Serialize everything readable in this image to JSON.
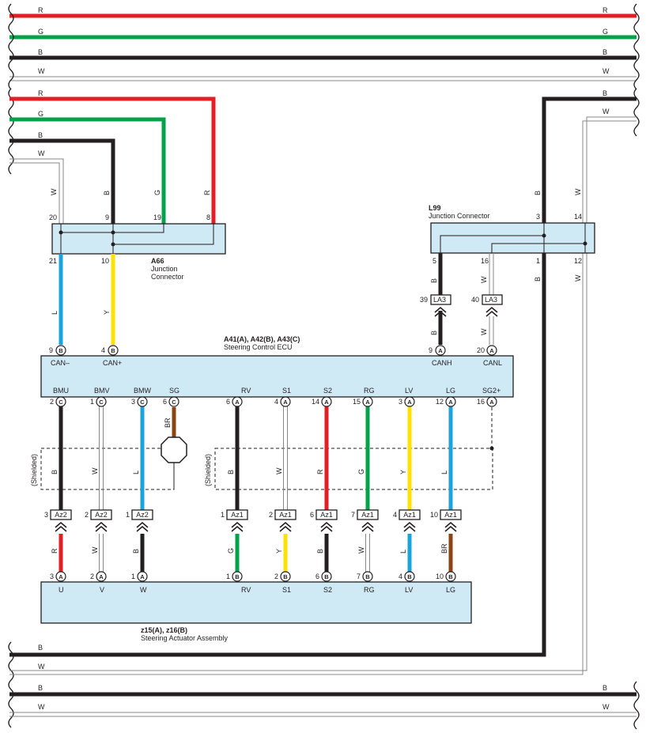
{
  "colors": {
    "R": "#e31e24",
    "G": "#00a34a",
    "B": "#231f20",
    "W": "#ffffff",
    "L": "#1aa3dd",
    "Y": "#ffe200",
    "BR": "#8b4513",
    "box_fill": "#cfe9f5"
  },
  "wire_codes": {
    "R": "R",
    "G": "G",
    "B": "B",
    "W": "W",
    "L": "L",
    "Y": "Y",
    "BR": "BR"
  },
  "a66": {
    "name": "A66",
    "desc1": "Junction",
    "desc2": "Connector",
    "top_pins": [
      "20",
      "9",
      "19",
      "8"
    ],
    "bottom_pins": [
      "21",
      "10"
    ]
  },
  "l99": {
    "name": "L99",
    "desc": "Junction Connector",
    "top_pins": [
      "3",
      "14"
    ],
    "bottom_pins": [
      "5",
      "16",
      "1",
      "12"
    ]
  },
  "ecu": {
    "name": "A41(A), A42(B), A43(C)",
    "desc": "Steering Control ECU",
    "top_terms": [
      {
        "pin": "9",
        "conn": "B",
        "label": "CAN–"
      },
      {
        "pin": "4",
        "conn": "B",
        "label": "CAN+"
      },
      {
        "pin": "9",
        "conn": "A",
        "label": "CANH"
      },
      {
        "pin": "20",
        "conn": "A",
        "label": "CANL"
      }
    ],
    "bottom_terms": [
      {
        "pin": "2",
        "conn": "C",
        "label": "BMU"
      },
      {
        "pin": "1",
        "conn": "C",
        "label": "BMV"
      },
      {
        "pin": "3",
        "conn": "C",
        "label": "BMW"
      },
      {
        "pin": "6",
        "conn": "C",
        "label": "SG"
      },
      {
        "pin": "6",
        "conn": "A",
        "label": "RV"
      },
      {
        "pin": "4",
        "conn": "A",
        "label": "S1"
      },
      {
        "pin": "14",
        "conn": "A",
        "label": "S2"
      },
      {
        "pin": "15",
        "conn": "A",
        "label": "RG"
      },
      {
        "pin": "3",
        "conn": "A",
        "label": "LV"
      },
      {
        "pin": "12",
        "conn": "A",
        "label": "LG"
      },
      {
        "pin": "16",
        "conn": "A",
        "label": "SG2+"
      }
    ]
  },
  "junction_connectors": [
    {
      "pin": "39",
      "name": "LA3"
    },
    {
      "pin": "40",
      "name": "LA3"
    }
  ],
  "az_connectors": [
    {
      "pin": "3",
      "name": "Az2"
    },
    {
      "pin": "2",
      "name": "Az2"
    },
    {
      "pin": "1",
      "name": "Az2"
    },
    {
      "pin": "1",
      "name": "Az1"
    },
    {
      "pin": "2",
      "name": "Az1"
    },
    {
      "pin": "6",
      "name": "Az1"
    },
    {
      "pin": "7",
      "name": "Az1"
    },
    {
      "pin": "4",
      "name": "Az1"
    },
    {
      "pin": "10",
      "name": "Az1"
    }
  ],
  "actuator": {
    "name": "z15(A), z16(B)",
    "desc": "Steering Actuator Assembly",
    "terms": [
      {
        "pin": "3",
        "conn": "A",
        "label": "U"
      },
      {
        "pin": "2",
        "conn": "A",
        "label": "V"
      },
      {
        "pin": "1",
        "conn": "A",
        "label": "W"
      },
      {
        "pin": "1",
        "conn": "B",
        "label": "RV"
      },
      {
        "pin": "2",
        "conn": "B",
        "label": "S1"
      },
      {
        "pin": "6",
        "conn": "B",
        "label": "S2"
      },
      {
        "pin": "7",
        "conn": "B",
        "label": "RG"
      },
      {
        "pin": "4",
        "conn": "B",
        "label": "LV"
      },
      {
        "pin": "10",
        "conn": "B",
        "label": "LG"
      }
    ]
  },
  "shielded_label": "(Shielded)"
}
